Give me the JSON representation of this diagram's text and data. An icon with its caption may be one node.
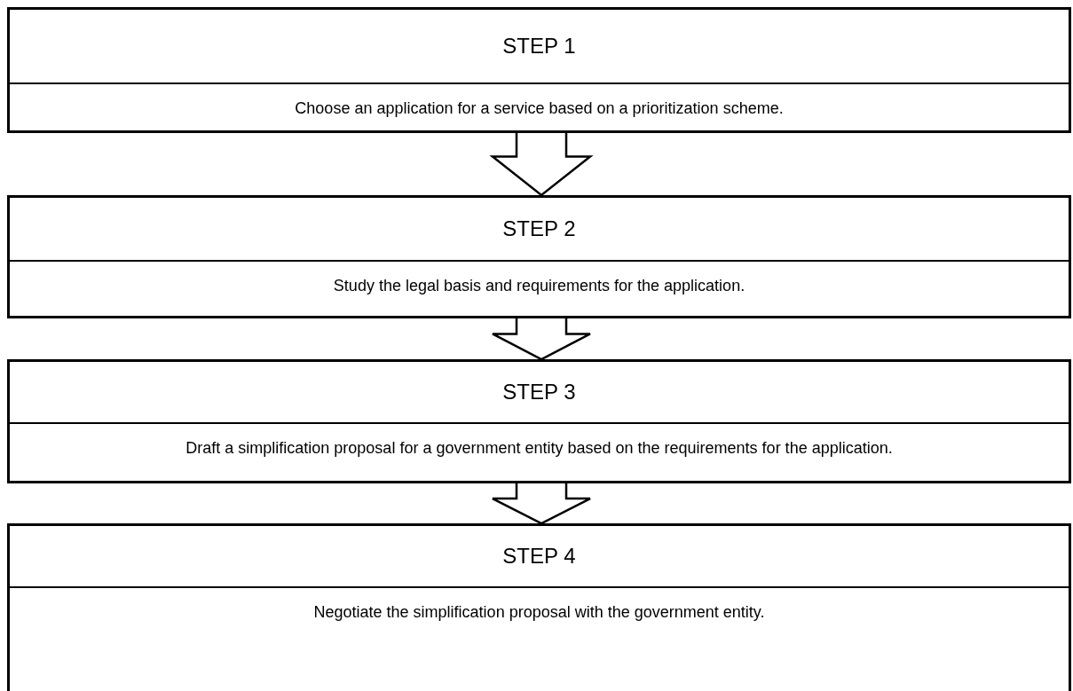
{
  "diagram": {
    "nodes": [
      {
        "text": [
          "STEP 1",
          "Choose an application for a service based on a prioritization scheme."
        ]
      },
      {
        "text": [
          "STEP 2",
          "Study the legal basis and requirements for the application."
        ]
      },
      {
        "text": [
          "STEP 3",
          "Draft a simplification proposal for a government entity based on the requirements for the application."
        ]
      },
      {
        "text": [
          "STEP 4",
          "Negotiate the simplification proposal with the government entity."
        ]
      }
    ],
    "edges": [
      {
        "from": 0,
        "to": 1,
        "arrow": "to"
      },
      {
        "from": 1,
        "to": 2,
        "arrow": "to"
      },
      {
        "from": 2,
        "to": 3,
        "arrow": "to"
      }
    ]
  }
}
